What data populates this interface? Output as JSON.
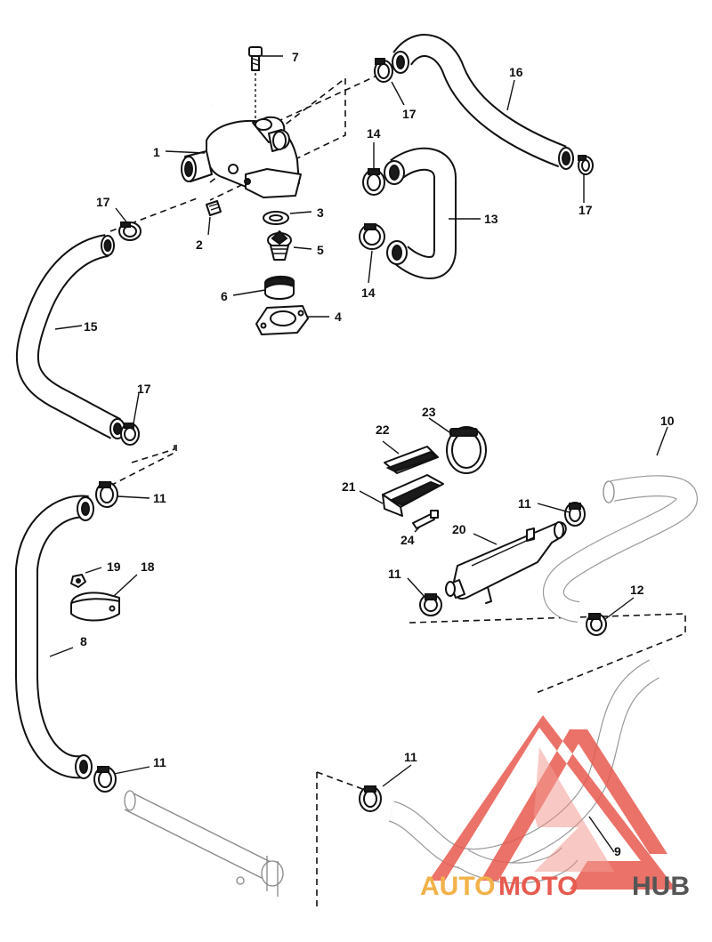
{
  "callouts": {
    "c1": "1",
    "c2": "2",
    "c3": "3",
    "c4": "4",
    "c5": "5",
    "c6": "6",
    "c7": "7",
    "c8": "8",
    "c9": "9",
    "c10": "10",
    "c11a": "11",
    "c11b": "11",
    "c11c": "11",
    "c11d": "11",
    "c11e": "11",
    "c12": "12",
    "c13": "13",
    "c14a": "14",
    "c14b": "14",
    "c15": "15",
    "c16": "16",
    "c17a": "17",
    "c17b": "17",
    "c17c": "17",
    "c17d": "17",
    "c18": "18",
    "c19": "19",
    "c20": "20",
    "c21": "21",
    "c22": "22",
    "c23": "23",
    "c24": "24"
  },
  "watermark": {
    "part1": "AUTO",
    "part2": "MOTO",
    "part3": "HUB",
    "colors": {
      "auto": "#f2b24a",
      "moto": "#e85a4f",
      "hub": "#555555",
      "logo": "#e85a4f"
    }
  }
}
